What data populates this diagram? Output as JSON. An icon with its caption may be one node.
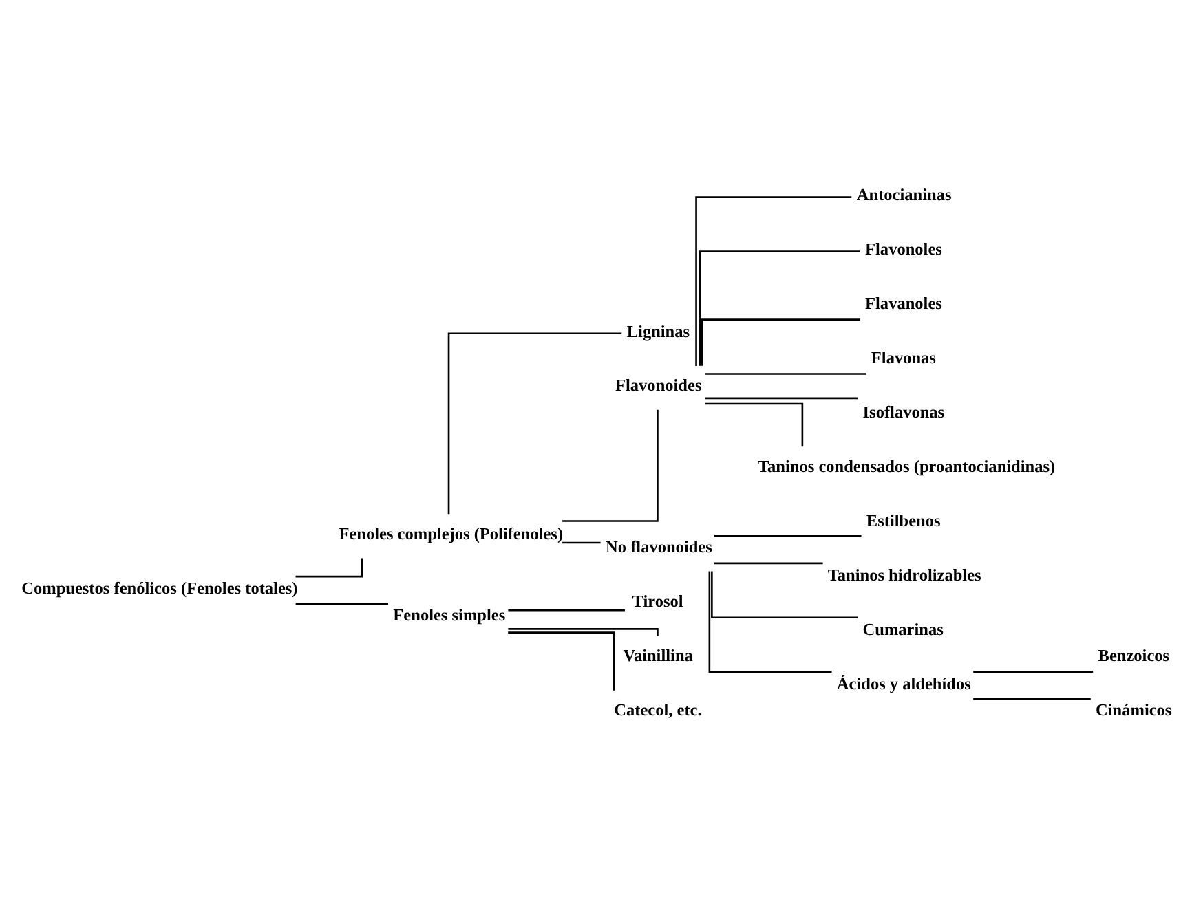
{
  "diagram": {
    "nodes": [
      {
        "text": [
          "Compuestos fenólicos (Fenoles totales)"
        ]
      },
      {
        "text": [
          "Fenoles complejos (Polifenoles)"
        ]
      },
      {
        "text": [
          "Fenoles simples"
        ]
      },
      {
        "text": [
          "Ligninas"
        ]
      },
      {
        "text": [
          "Flavonoides"
        ]
      },
      {
        "text": [
          "No flavonoides"
        ]
      },
      {
        "text": [
          "Antocianinas"
        ]
      },
      {
        "text": [
          "Flavonoles"
        ]
      },
      {
        "text": [
          "Flavanoles"
        ]
      },
      {
        "text": [
          "Flavonas"
        ]
      },
      {
        "text": [
          "Isoflavonas"
        ]
      },
      {
        "text": [
          "Taninos condensados (proantocianidinas)"
        ]
      },
      {
        "text": [
          "Estilbenos"
        ]
      },
      {
        "text": [
          "Taninos hidrolizables"
        ]
      },
      {
        "text": [
          "Cumarinas"
        ]
      },
      {
        "text": [
          "Ácidos y aldehídos"
        ]
      },
      {
        "text": [
          "Benzoicos"
        ]
      },
      {
        "text": [
          "Cinámicos"
        ]
      },
      {
        "text": [
          "Tirosol"
        ]
      },
      {
        "text": [
          "Vainillina"
        ]
      },
      {
        "text": [
          "Catecol, etc."
        ]
      }
    ],
    "edges": [
      {
        "from": 0,
        "to": 1,
        "arrow": "none"
      },
      {
        "from": 0,
        "to": 2,
        "arrow": "none"
      },
      {
        "from": 1,
        "to": 3,
        "arrow": "none"
      },
      {
        "from": 1,
        "to": 4,
        "arrow": "none"
      },
      {
        "from": 1,
        "to": 5,
        "arrow": "none"
      },
      {
        "from": 4,
        "to": 6,
        "arrow": "none"
      },
      {
        "from": 4,
        "to": 7,
        "arrow": "none"
      },
      {
        "from": 4,
        "to": 8,
        "arrow": "none"
      },
      {
        "from": 4,
        "to": 9,
        "arrow": "none"
      },
      {
        "from": 4,
        "to": 10,
        "arrow": "none"
      },
      {
        "from": 4,
        "to": 11,
        "arrow": "none"
      },
      {
        "from": 5,
        "to": 12,
        "arrow": "none"
      },
      {
        "from": 5,
        "to": 13,
        "arrow": "none"
      },
      {
        "from": 5,
        "to": 14,
        "arrow": "none"
      },
      {
        "from": 5,
        "to": 15,
        "arrow": "none"
      },
      {
        "from": 15,
        "to": 16,
        "arrow": "none"
      },
      {
        "from": 15,
        "to": 17,
        "arrow": "none"
      },
      {
        "from": 2,
        "to": 18,
        "arrow": "none"
      },
      {
        "from": 2,
        "to": 19,
        "arrow": "none"
      },
      {
        "from": 2,
        "to": 20,
        "arrow": "none"
      }
    ]
  }
}
